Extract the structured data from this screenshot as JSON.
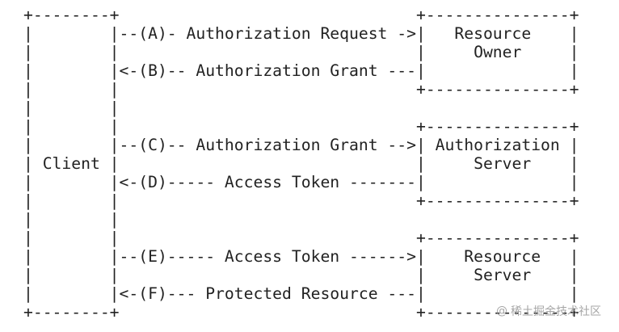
{
  "diagram": {
    "lines": [
      "+--------+                               +---------------+",
      "|        |--(A)- Authorization Request ->|   Resource    |",
      "|        |                               |     Owner     |",
      "|        |<-(B)-- Authorization Grant ---|               |",
      "|        |                               +---------------+",
      "|        |",
      "|        |                               +---------------+",
      "|        |--(C)-- Authorization Grant -->| Authorization |",
      "| Client |                               |     Server    |",
      "|        |<-(D)----- Access Token -------|               |",
      "|        |                               +---------------+",
      "|        |",
      "|        |                               +---------------+",
      "|        |--(E)----- Access Token ------>|    Resource   |",
      "|        |                               |     Server    |",
      "|        |<-(F)--- Protected Resource ---|               |",
      "+--------+                               +---------------+"
    ]
  },
  "watermark": {
    "icon": "@",
    "text": "稀土掘金技术社区"
  }
}
